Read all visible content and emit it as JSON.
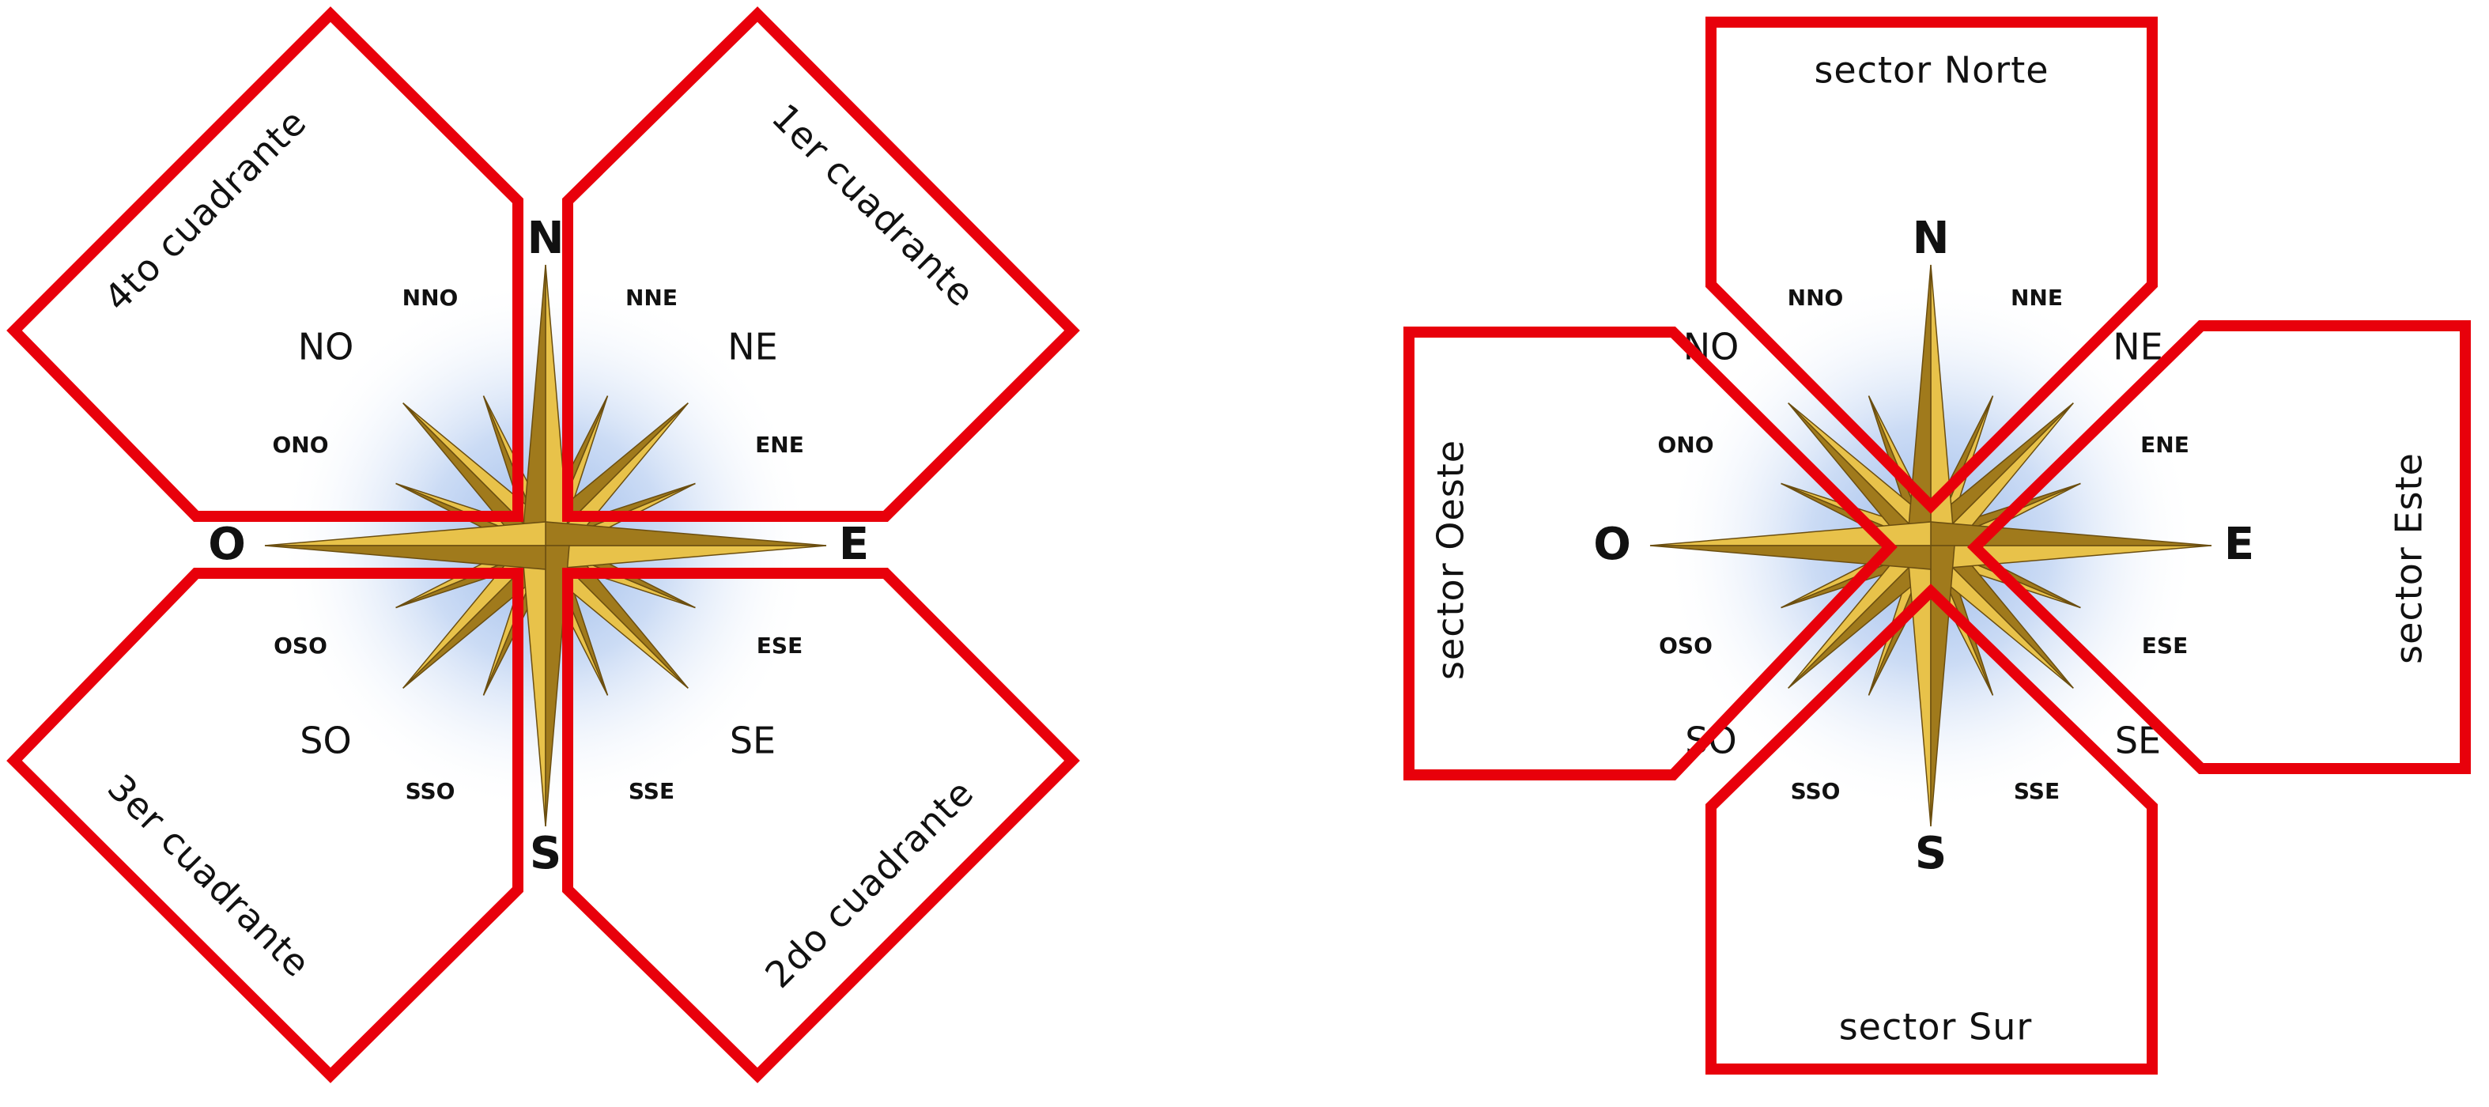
{
  "diagram_left": {
    "directions": {
      "N": "N",
      "E": "E",
      "S": "S",
      "O": "O",
      "NE": "NE",
      "SE": "SE",
      "SO": "SO",
      "NO": "NO",
      "NNE": "NNE",
      "ENE": "ENE",
      "ESE": "ESE",
      "SSE": "SSE",
      "SSO": "SSO",
      "OSO": "OSO",
      "ONO": "ONO",
      "NNO": "NNO"
    },
    "regions": {
      "q1": "1er cuadrante",
      "q2": "2do cuadrante",
      "q3": "3er cuadrante",
      "q4": "4to cuadrante"
    }
  },
  "diagram_right": {
    "directions": {
      "N": "N",
      "E": "E",
      "S": "S",
      "O": "O",
      "NE": "NE",
      "SE": "SE",
      "SO": "SO",
      "NO": "NO",
      "NNE": "NNE",
      "ENE": "ENE",
      "ESE": "ESE",
      "SSE": "SSE",
      "SSO": "SSO",
      "OSO": "OSO",
      "ONO": "ONO",
      "NNO": "NNO"
    },
    "regions": {
      "north": "sector Norte",
      "east": "sector Este",
      "south": "sector Sur",
      "west": "sector Oeste"
    }
  },
  "colors": {
    "outline": "#e8000b",
    "star_gold": "#e8c24a",
    "star_dark": "#6b4e10",
    "glow": "#8fb2e8"
  }
}
